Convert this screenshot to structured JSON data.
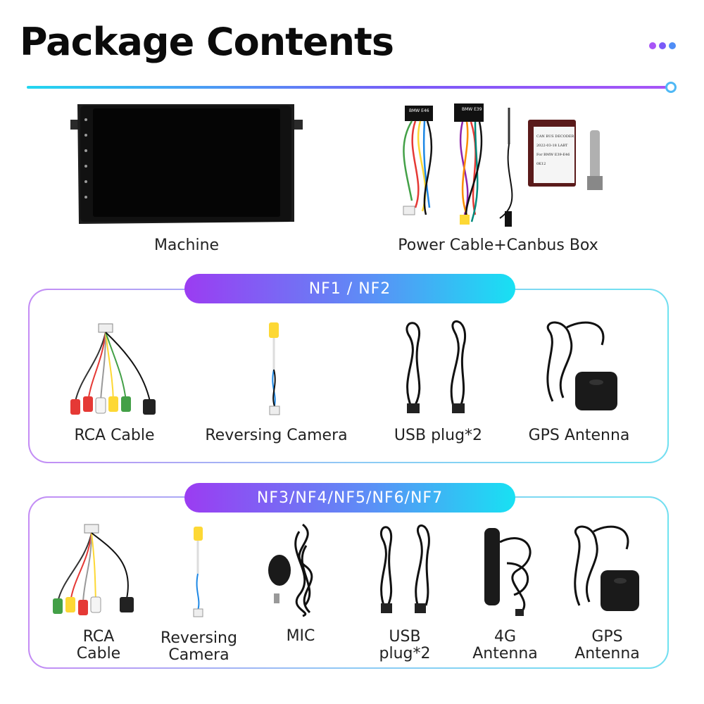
{
  "header": {
    "title": "Package Contents"
  },
  "colors": {
    "accent_cyan": "#18e1f3",
    "accent_purple": "#9b3cf2",
    "dot_1": "#a855f7",
    "dot_2": "#7a5af8",
    "dot_3": "#4f8df6"
  },
  "top_items": [
    {
      "label": "Machine"
    },
    {
      "label": "Power Cable+Canbus Box"
    }
  ],
  "canbus_box_text": {
    "line1": "CAN BUS DECODER",
    "line2": "2022-03-18 LABT",
    "line3": "For BMW E39-E46",
    "line4": "0K12"
  },
  "harness_tags": {
    "left": "BMW E39",
    "right": "BMW E46"
  },
  "section_nf12": {
    "label": "NF1 / NF2",
    "items": [
      {
        "label": "RCA Cable"
      },
      {
        "label": "Reversing Camera"
      },
      {
        "label": "USB plug*2"
      },
      {
        "label": "GPS Antenna"
      }
    ]
  },
  "section_nf37": {
    "label": "NF3/NF4/NF5/NF6/NF7",
    "items": [
      {
        "line1": "RCA",
        "line2": "Cable"
      },
      {
        "line1": "Reversing",
        "line2": "Camera"
      },
      {
        "line1": "MIC",
        "line2": ""
      },
      {
        "line1": "USB",
        "line2": "plug*2"
      },
      {
        "line1": "4G",
        "line2": "Antenna"
      },
      {
        "line1": "GPS",
        "line2": "Antenna"
      }
    ]
  }
}
